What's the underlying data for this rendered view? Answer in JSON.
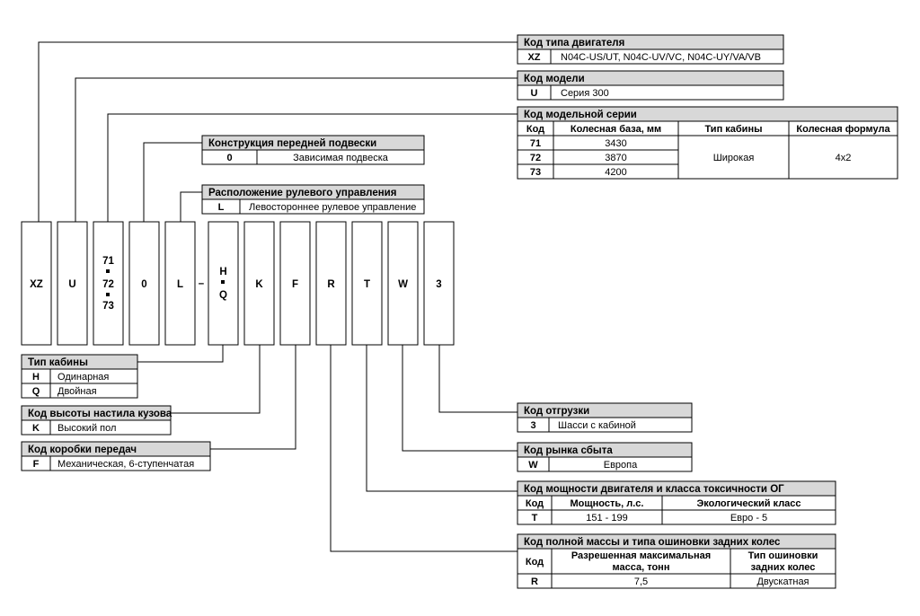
{
  "code_boxes": [
    {
      "label": "XZ"
    },
    {
      "label": "U"
    },
    {
      "lines": [
        "71",
        "72",
        "73"
      ]
    },
    {
      "label": "0"
    },
    {
      "label": "L"
    },
    {
      "lines": [
        "H",
        "Q"
      ]
    },
    {
      "label": "K"
    },
    {
      "label": "F"
    },
    {
      "label": "R"
    },
    {
      "label": "T"
    },
    {
      "label": "W"
    },
    {
      "label": "3"
    }
  ],
  "dash": "–",
  "engine": {
    "title": "Код типа двигателя",
    "code": "XZ",
    "value": "N04C-US/UT, N04C-UV/VC, N04C-UY/VA/VB"
  },
  "model": {
    "title": "Код модели",
    "code": "U",
    "value": "Серия 300"
  },
  "series": {
    "title": "Код модельной серии",
    "headers": [
      "Код",
      "Колесная база, мм",
      "Тип кабины",
      "Колесная формула"
    ],
    "rows": [
      {
        "code": "71",
        "wheelbase": "3430"
      },
      {
        "code": "72",
        "wheelbase": "3870"
      },
      {
        "code": "73",
        "wheelbase": "4200"
      }
    ],
    "cab": "Широкая",
    "formula": "4x2"
  },
  "suspension": {
    "title": "Конструкция передней подвески",
    "code": "0",
    "value": "Зависимая подвеска"
  },
  "steering": {
    "title": "Расположение рулевого управления",
    "code": "L",
    "value": "Левостороннее рулевое управление"
  },
  "cab": {
    "title": "Тип кабины",
    "rows": [
      {
        "code": "H",
        "value": "Одинарная"
      },
      {
        "code": "Q",
        "value": "Двойная"
      }
    ]
  },
  "deck": {
    "title": "Код высоты настила кузова",
    "code": "K",
    "value": "Высокий пол"
  },
  "gearbox": {
    "title": "Код коробки передач",
    "code": "F",
    "value": "Механическая, 6-ступенчатая"
  },
  "shipment": {
    "title": "Код отгрузки",
    "code": "3",
    "value": "Шасси с кабиной"
  },
  "market": {
    "title": "Код рынка сбыта",
    "code": "W",
    "value": "Европа"
  },
  "power": {
    "title": "Код мощности двигателя и класса токсичности ОГ",
    "headers": [
      "Код",
      "Мощность, л.с.",
      "Экологический класс"
    ],
    "code": "T",
    "hp": "151 - 199",
    "eco": "Евро - 5"
  },
  "mass": {
    "title": "Код полной массы и типа ошиновки задних колес",
    "headers": [
      "Код",
      "Разрешенная максимальная масса, тонн",
      "Тип ошиновки задних колес"
    ],
    "header_lines": {
      "mass": [
        "Разрешенная максимальная",
        "масса, тонн"
      ],
      "tyres": [
        "Тип ошиновки",
        "задних колес"
      ]
    },
    "code": "R",
    "value": "7,5",
    "tyres": "Двускатная"
  }
}
